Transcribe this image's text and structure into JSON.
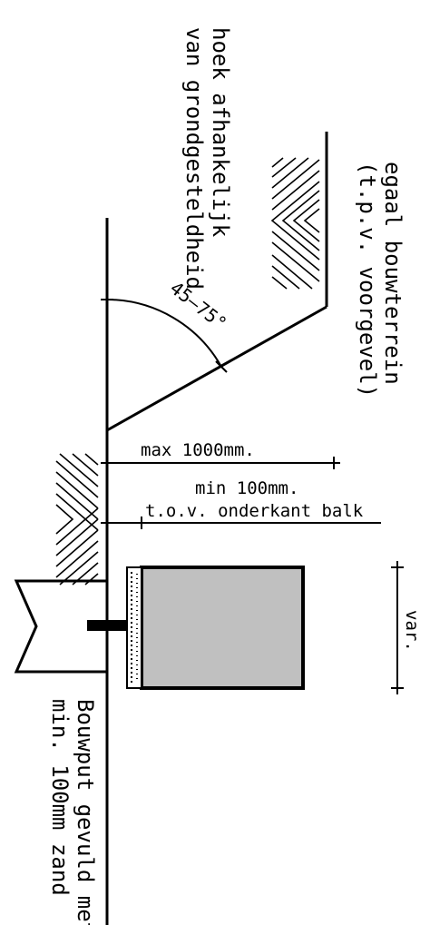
{
  "labels": {
    "slope_note_line1": "hoek afhankelijk",
    "slope_note_line2": "van grondgesteldheid",
    "terrain_line1": "egaal bouwterrein",
    "terrain_line2": "(t.p.v. voorgevel)",
    "angle": "45–75°",
    "max_depth": "max 1000mm.",
    "min_depth": "min 100mm.",
    "reference": "t.o.v. onderkant balk",
    "variable": "var.",
    "pit_line1": "Bouwput gevuld met",
    "pit_line2": "min. 100mm zand"
  },
  "colors": {
    "beam_fill": "#c0c0c0",
    "line": "#000000",
    "background": "#ffffff"
  }
}
